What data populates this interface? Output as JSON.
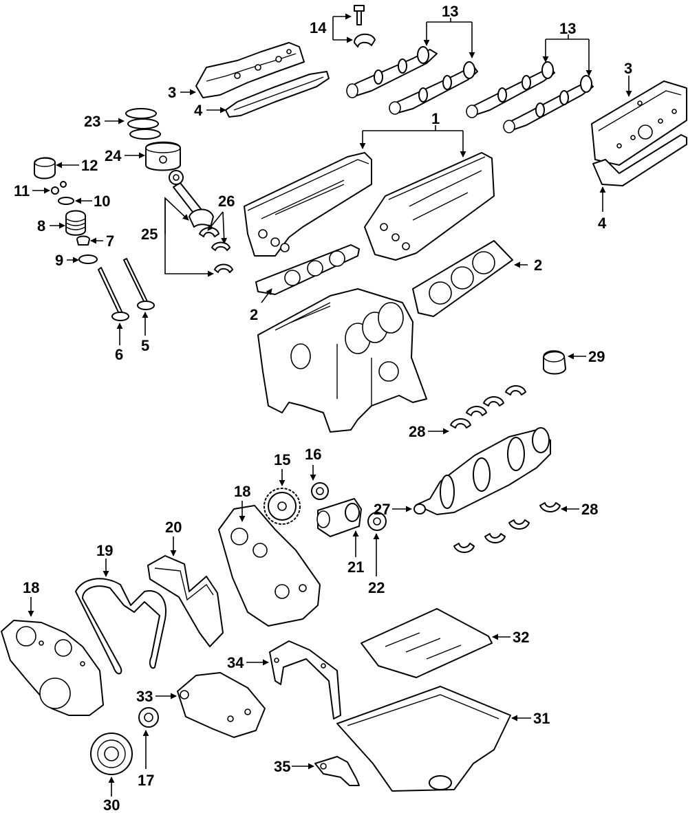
{
  "diagram": {
    "colors": {
      "line": "#000000",
      "background": "#ffffff"
    },
    "callouts": {
      "c1": "1",
      "c2a": "2",
      "c2b": "2",
      "c3a": "3",
      "c3b": "3",
      "c4a": "4",
      "c4b": "4",
      "c5": "5",
      "c6": "6",
      "c7": "7",
      "c8": "8",
      "c9": "9",
      "c10": "10",
      "c11": "11",
      "c12": "12",
      "c13a": "13",
      "c13b": "13",
      "c14": "14",
      "c15": "15",
      "c16": "16",
      "c17": "17",
      "c18a": "18",
      "c18b": "18",
      "c19": "19",
      "c20": "20",
      "c21": "21",
      "c22": "22",
      "c23": "23",
      "c24": "24",
      "c25": "25",
      "c26": "26",
      "c27": "27",
      "c28a": "28",
      "c28b": "28",
      "c29": "29",
      "c30": "30",
      "c31": "31",
      "c32": "32",
      "c33": "33",
      "c34": "34",
      "c35": "35"
    }
  }
}
